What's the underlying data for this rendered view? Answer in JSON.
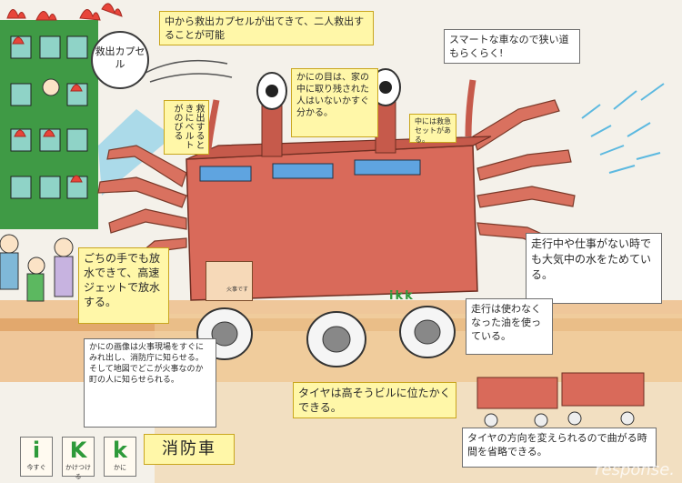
{
  "drawing": {
    "title": "消防車",
    "capsule_label": "救出カプセル",
    "notes": {
      "capsule_rescue": "中から救出カプセルが出てきて、二人救出することが可能",
      "smart_car": "スマートな車なので狭い道もらくらく!",
      "crab_eyes": "かにの目は、家の中に取り残された人はいないかすぐ分かる。",
      "rescue_arms": "救出するときにベルトがのびる",
      "inside_supplies": "中には救急セットがある。",
      "water_spray": "ごちの手でも放水できて、高速ジェットで放水する。",
      "water_tank": "走行中や仕事がない時でも大気中の水をためている。",
      "fuel": "走行は使わなくなった油を使っている。",
      "camera": "かにの画像は火事現場をすぐにみれ出し、消防庁に知らせる。そして地図でどこが火事なのか町の人に知らせられる。",
      "tires": "タイヤは高そうビルに位たかくできる。",
      "wheels_direction": "タイヤの方向を変えられるので曲がる時間を省略できる。"
    },
    "sign_text": "火事です",
    "body_logo": "ikk",
    "watermark": "response.",
    "logo_tiles": [
      {
        "letter": "i",
        "caption": "今すぐ"
      },
      {
        "letter": "K",
        "caption": "かけつける"
      },
      {
        "letter": "k",
        "caption": "かに"
      }
    ]
  },
  "colors": {
    "building": "#3f9a45",
    "crab_body": "#d96a5a",
    "note_fill": "#fff7a8",
    "road": "#e9b27a",
    "sky_water": "#6fc6e8",
    "logo_green": "#2e9a3a"
  }
}
